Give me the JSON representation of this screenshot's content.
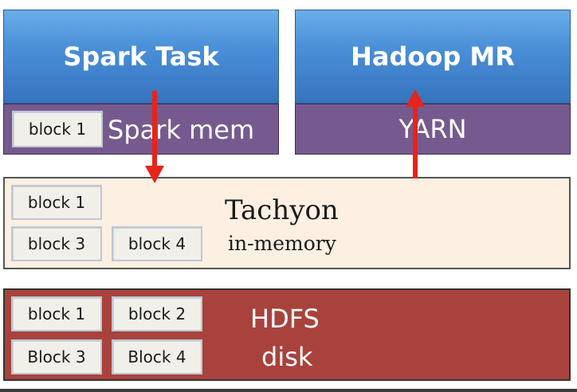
{
  "spark": {
    "task_label": "Spark Task",
    "mem_label": "Spark mem",
    "block": "block 1"
  },
  "hadoop": {
    "mr_label": "Hadoop MR",
    "yarn_label": "YARN"
  },
  "tachyon": {
    "title": "Tachyon",
    "subtitle": "in-memory",
    "blocks": [
      "block 1",
      "block 3",
      "block 4"
    ]
  },
  "hdfs": {
    "title": "HDFS",
    "subtitle": "disk",
    "blocks": [
      "block 1",
      "block 2",
      "Block 3",
      "Block 4"
    ]
  },
  "colors": {
    "arrow": "#e8231b",
    "task_blue": "#4a90d9",
    "yarn_purple": "#765a8f",
    "tachyon_bg": "#fdf0e2",
    "hdfs_red": "#a9423c"
  }
}
